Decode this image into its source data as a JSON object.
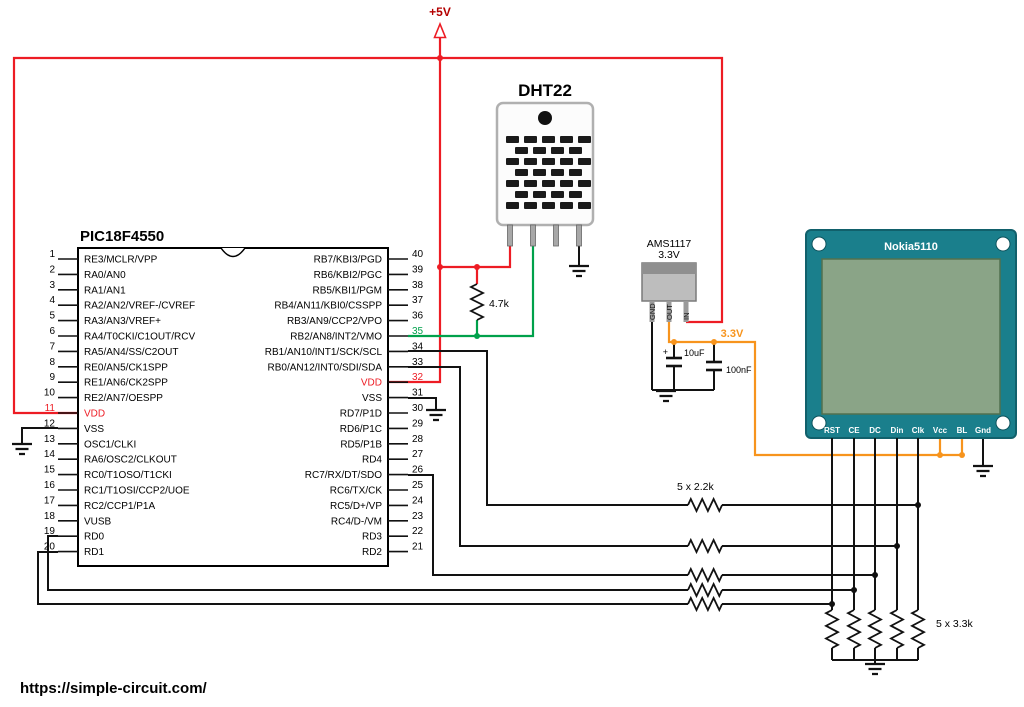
{
  "url": "https://simple-circuit.com/",
  "supply": {
    "v5": "+5V",
    "v3": "3.3V"
  },
  "dht": {
    "title": "DHT22"
  },
  "nokia": {
    "title": "Nokia5110",
    "pins": [
      "RST",
      "CE",
      "DC",
      "Din",
      "Clk",
      "Vcc",
      "BL",
      "Gnd"
    ]
  },
  "regulator": {
    "name": "AMS1117",
    "voltage": "3.3V",
    "pins": [
      "GND",
      "OUT",
      "IN"
    ]
  },
  "resistors": {
    "pullup": "4.7k",
    "series": "5 x 2.2k",
    "pulldown": "5 x 3.3k"
  },
  "capacitors": {
    "c1": "10uF",
    "c1_polarity": "+",
    "c2": "100nF"
  },
  "colors": {
    "wire_5v": "#ed1c24",
    "wire_data": "#00a14b",
    "wire_3v3": "#f7941d",
    "nokia_pcb": "#1a7f8c",
    "nokia_screen": "#8aa487"
  },
  "pic": {
    "title": "PIC18F4550",
    "left": [
      {
        "n": "1",
        "label": "RE3/MCLR/VPP"
      },
      {
        "n": "2",
        "label": "RA0/AN0"
      },
      {
        "n": "3",
        "label": "RA1/AN1"
      },
      {
        "n": "4",
        "label": "RA2/AN2/VREF-/CVREF"
      },
      {
        "n": "5",
        "label": "RA3/AN3/VREF+"
      },
      {
        "n": "6",
        "label": "RA4/T0CKI/C1OUT/RCV"
      },
      {
        "n": "7",
        "label": "RA5/AN4/SS/C2OUT"
      },
      {
        "n": "8",
        "label": "RE0/AN5/CK1SPP"
      },
      {
        "n": "9",
        "label": "RE1/AN6/CK2SPP"
      },
      {
        "n": "10",
        "label": "RE2/AN7/OESPP"
      },
      {
        "n": "11",
        "label": "VDD",
        "color": "#ed1c24"
      },
      {
        "n": "12",
        "label": "VSS"
      },
      {
        "n": "13",
        "label": "OSC1/CLKI"
      },
      {
        "n": "14",
        "label": "RA6/OSC2/CLKOUT"
      },
      {
        "n": "15",
        "label": "RC0/T1OSO/T1CKI"
      },
      {
        "n": "16",
        "label": "RC1/T1OSI/CCP2/UOE"
      },
      {
        "n": "17",
        "label": "RC2/CCP1/P1A"
      },
      {
        "n": "18",
        "label": "VUSB"
      },
      {
        "n": "19",
        "label": "RD0"
      },
      {
        "n": "20",
        "label": "RD1"
      }
    ],
    "right": [
      {
        "n": "40",
        "label": "RB7/KBI3/PGD"
      },
      {
        "n": "39",
        "label": "RB6/KBI2/PGC"
      },
      {
        "n": "38",
        "label": "RB5/KBI1/PGM"
      },
      {
        "n": "37",
        "label": "RB4/AN11/KBI0/CSSPP"
      },
      {
        "n": "36",
        "label": "RB3/AN9/CCP2/VPO"
      },
      {
        "n": "35",
        "label": "RB2/AN8/INT2/VMO",
        "n_color": "#00a14b"
      },
      {
        "n": "34",
        "label": "RB1/AN10/INT1/SCK/SCL"
      },
      {
        "n": "33",
        "label": "RB0/AN12/INT0/SDI/SDA"
      },
      {
        "n": "32",
        "label": "VDD",
        "color": "#ed1c24"
      },
      {
        "n": "31",
        "label": "VSS"
      },
      {
        "n": "30",
        "label": "RD7/P1D"
      },
      {
        "n": "29",
        "label": "RD6/P1C"
      },
      {
        "n": "28",
        "label": "RD5/P1B"
      },
      {
        "n": "27",
        "label": "RD4"
      },
      {
        "n": "26",
        "label": "RC7/RX/DT/SDO"
      },
      {
        "n": "25",
        "label": "RC6/TX/CK"
      },
      {
        "n": "24",
        "label": "RC5/D+/VP"
      },
      {
        "n": "23",
        "label": "RC4/D-/VM"
      },
      {
        "n": "22",
        "label": "RD3"
      },
      {
        "n": "21",
        "label": "RD2"
      }
    ]
  }
}
